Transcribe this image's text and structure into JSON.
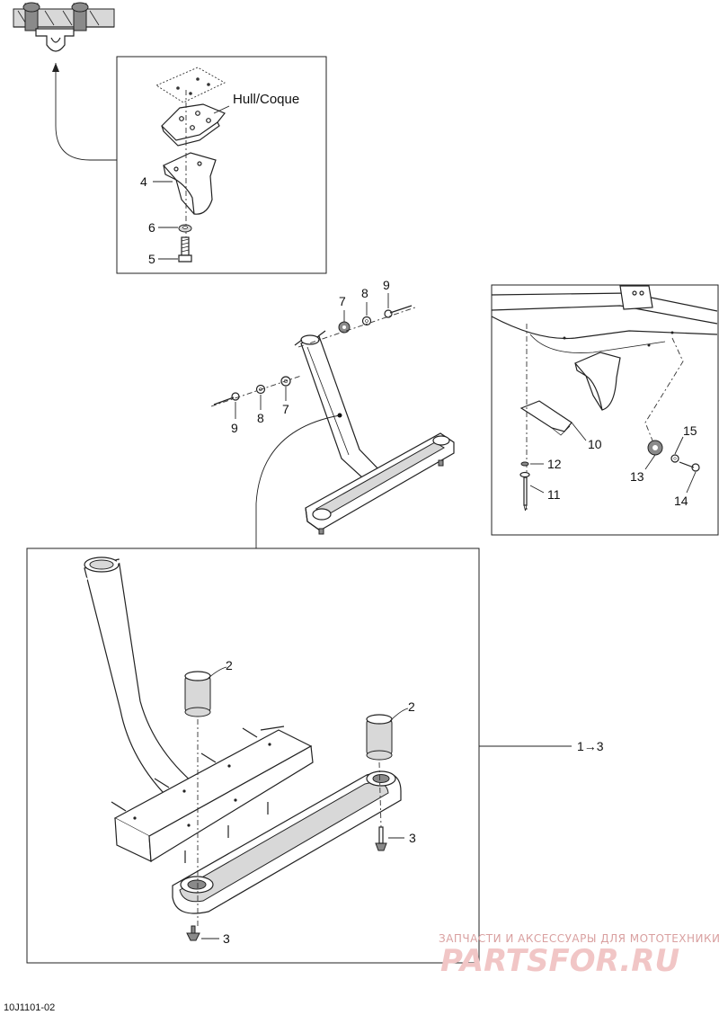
{
  "labels": {
    "hull": "Hull/Coque",
    "p1to3": "1→3",
    "p2a": "2",
    "p2b": "2",
    "p3a": "3",
    "p3b": "3",
    "p4": "4",
    "p5": "5",
    "p6": "6",
    "p7a": "7",
    "p7b": "7",
    "p8a": "8",
    "p8b": "8",
    "p9a": "9",
    "p9b": "9",
    "p10": "10",
    "p11": "11",
    "p12": "12",
    "p13": "13",
    "p14": "14",
    "p15": "15"
  },
  "reference_code": "10J1101-02",
  "watermark": {
    "caption": "ЗАПЧАСТИ И АКСЕССУАРЫ ДЛЯ МОТОТЕХНИКИ",
    "logo": "PARTSFOR.RU"
  }
}
